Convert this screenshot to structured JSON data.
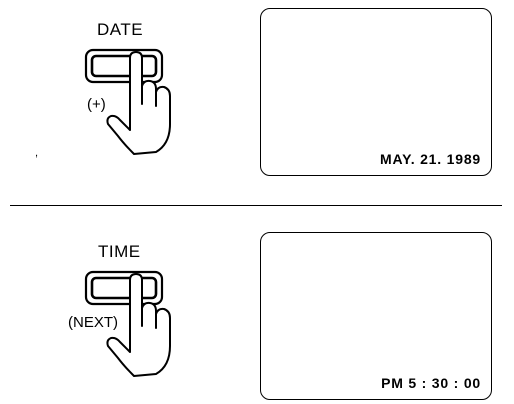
{
  "date_step": {
    "button_label": "DATE",
    "button_function": "(+)",
    "display_readout": "MAY. 21. 1989"
  },
  "time_step": {
    "button_label": "TIME",
    "button_function": "(NEXT)",
    "display_readout": "PM 5 : 30 : 00"
  }
}
